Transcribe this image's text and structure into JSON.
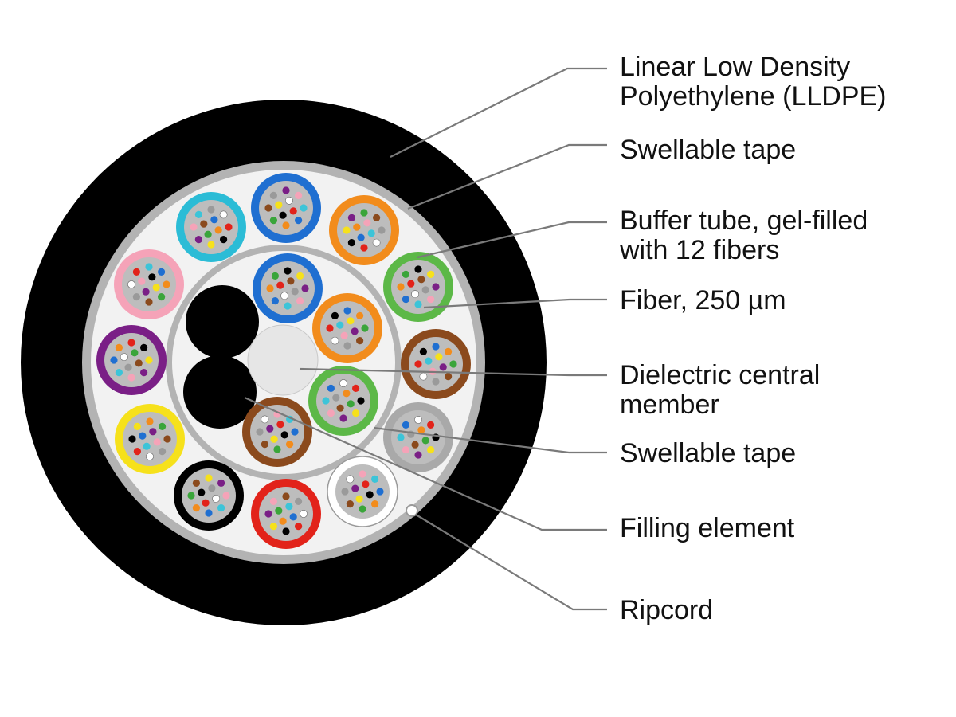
{
  "colors": {
    "jacket": "#000000",
    "tape": "#b3b3b3",
    "core_fill": "#f2f2f2",
    "leader_line": "#7a7a7a",
    "central_member": "#e6e6e6",
    "tube_gel": "#bdbdbd"
  },
  "fiber_colors": [
    "#1f6fd1",
    "#f28c1c",
    "#3aa53a",
    "#8b4a1d",
    "#9a9a9a",
    "#ffffff",
    "#e2231a",
    "#000000",
    "#f6e11b",
    "#7a1f86",
    "#f5a3b8",
    "#3cc4d8"
  ],
  "buffer_tubes": {
    "outer": [
      "cyan-tube",
      "blue-tube",
      "orange-tube",
      "green-tube",
      "brown-tube",
      "slate-tube",
      "white-tube",
      "red-tube",
      "black-tube",
      "yellow-tube",
      "violet-tube",
      "rose-tube"
    ],
    "inner": [
      "blue-tube",
      "orange-tube",
      "green-tube",
      "brown-tube"
    ],
    "tube_colors": {
      "cyan-tube": "#2bbcd6",
      "blue-tube": "#1f6fd1",
      "orange-tube": "#f28c1c",
      "green-tube": "#5cb847",
      "brown-tube": "#8b4a1d",
      "slate-tube": "#a9a9a9",
      "white-tube": "#ffffff",
      "red-tube": "#e2231a",
      "black-tube": "#000000",
      "yellow-tube": "#f6e11b",
      "violet-tube": "#7a1f86",
      "rose-tube": "#f5a3b8"
    }
  },
  "labels": {
    "lldpe": [
      "Linear Low Density",
      "Polyethylene (LLDPE)"
    ],
    "swellable_tape_outer": [
      "Swellable tape"
    ],
    "buffer_tube": [
      "Buffer tube, gel-filled",
      "with 12 fibers"
    ],
    "fiber": [
      "Fiber, 250 µm"
    ],
    "central_member": [
      "Dielectric central",
      "member"
    ],
    "swellable_tape_inner": [
      "Swellable tape"
    ],
    "filling_element": [
      "Filling element"
    ],
    "ripcord": [
      "Ripcord"
    ]
  }
}
